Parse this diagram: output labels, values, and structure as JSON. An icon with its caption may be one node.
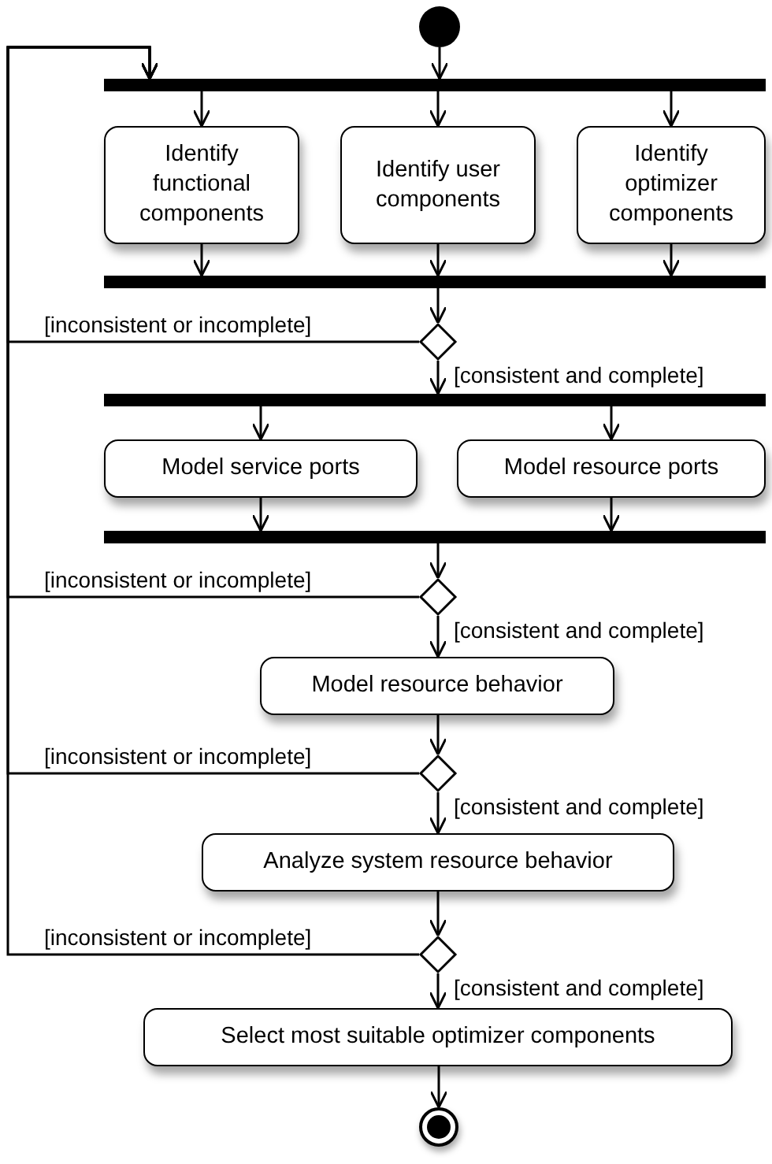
{
  "diagram": {
    "nodes": [
      {
        "text": [],
        "shape": "circle"
      },
      {
        "text": [],
        "shape": "bar"
      },
      {
        "text": [
          "Identify functional components"
        ]
      },
      {
        "text": [
          "Identify user components"
        ]
      },
      {
        "text": [
          "Identify optimizer components"
        ]
      },
      {
        "text": [],
        "shape": "bar"
      },
      {
        "text": [],
        "shape": "diamond"
      },
      {
        "text": [],
        "shape": "bar"
      },
      {
        "text": [
          "Model service ports"
        ]
      },
      {
        "text": [
          "Model resource ports"
        ]
      },
      {
        "text": [],
        "shape": "bar"
      },
      {
        "text": [],
        "shape": "diamond"
      },
      {
        "text": [
          "Model resource behavior"
        ]
      },
      {
        "text": [],
        "shape": "diamond"
      },
      {
        "text": [
          "Analyze system resource behavior"
        ]
      },
      {
        "text": [],
        "shape": "diamond"
      },
      {
        "text": [
          "Select most suitable optimizer components"
        ]
      },
      {
        "text": [],
        "shape": "circle"
      }
    ],
    "edges": [
      {
        "from": 0,
        "to": 1,
        "arrow": "to"
      },
      {
        "from": 1,
        "to": 2,
        "arrow": "to"
      },
      {
        "from": 1,
        "to": 3,
        "arrow": "to"
      },
      {
        "from": 1,
        "to": 4,
        "arrow": "to"
      },
      {
        "from": 2,
        "to": 5,
        "arrow": "to"
      },
      {
        "from": 3,
        "to": 5,
        "arrow": "to"
      },
      {
        "from": 4,
        "to": 5,
        "arrow": "to"
      },
      {
        "from": 5,
        "to": 6,
        "arrow": "to"
      },
      {
        "from": 6,
        "to": 1,
        "label": "[inconsistent or incomplete]",
        "arrow": "to"
      },
      {
        "from": 6,
        "to": 7,
        "label": "[consistent and complete]",
        "arrow": "to"
      },
      {
        "from": 7,
        "to": 8,
        "arrow": "to"
      },
      {
        "from": 7,
        "to": 9,
        "arrow": "to"
      },
      {
        "from": 8,
        "to": 10,
        "arrow": "to"
      },
      {
        "from": 9,
        "to": 10,
        "arrow": "to"
      },
      {
        "from": 10,
        "to": 11,
        "arrow": "to"
      },
      {
        "from": 11,
        "to": 1,
        "label": "[inconsistent or incomplete]",
        "arrow": "to"
      },
      {
        "from": 11,
        "to": 12,
        "label": "[consistent and complete]",
        "arrow": "to"
      },
      {
        "from": 12,
        "to": 13,
        "arrow": "to"
      },
      {
        "from": 13,
        "to": 1,
        "label": "[inconsistent or incomplete]",
        "arrow": "to"
      },
      {
        "from": 13,
        "to": 14,
        "label": "[consistent and complete]",
        "arrow": "to"
      },
      {
        "from": 14,
        "to": 15,
        "arrow": "to"
      },
      {
        "from": 15,
        "to": 1,
        "label": "[inconsistent or incomplete]",
        "arrow": "to"
      },
      {
        "from": 15,
        "to": 16,
        "label": "[consistent and complete]",
        "arrow": "to"
      },
      {
        "from": 16,
        "to": 17,
        "arrow": "to"
      }
    ]
  }
}
